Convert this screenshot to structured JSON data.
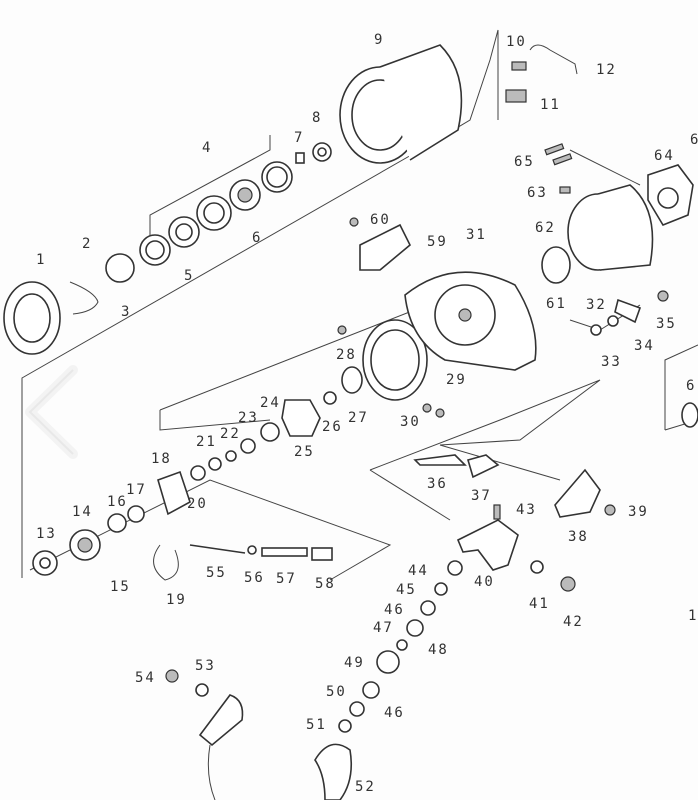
{
  "diagram": {
    "title": "Spinning reel exploded parts diagram",
    "part_labels": [
      "1",
      "2",
      "3",
      "4",
      "5",
      "6",
      "7",
      "8",
      "9",
      "10",
      "11",
      "12",
      "13",
      "14",
      "15",
      "16",
      "17",
      "18",
      "19",
      "20",
      "21",
      "22",
      "23",
      "24",
      "25",
      "26",
      "27",
      "28",
      "29",
      "30",
      "31",
      "32",
      "33",
      "34",
      "35",
      "36",
      "37",
      "38",
      "39",
      "40",
      "41",
      "42",
      "43",
      "44",
      "45",
      "46",
      "47",
      "48",
      "49",
      "50",
      "46",
      "51",
      "52",
      "53",
      "54",
      "55",
      "56",
      "57",
      "58",
      "59",
      "60",
      "61",
      "62",
      "63",
      "64",
      "65",
      "6",
      "6",
      "1"
    ]
  },
  "nav": {
    "back_icon": "chevron-left-icon"
  }
}
